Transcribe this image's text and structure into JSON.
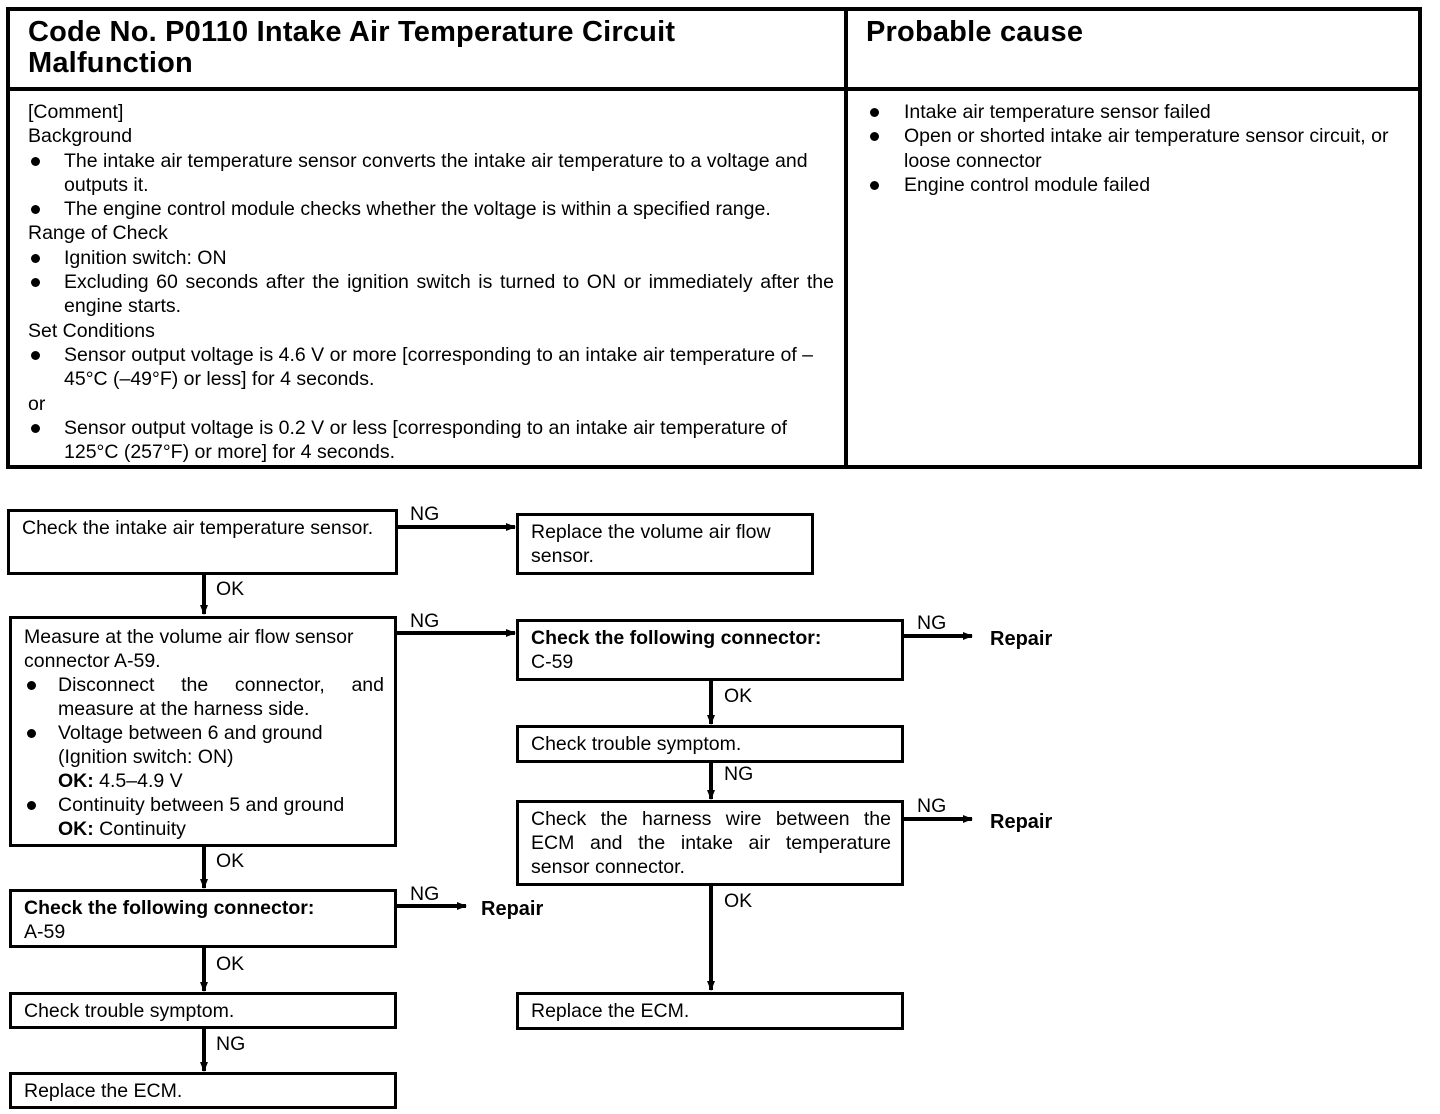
{
  "table": {
    "code_title": "Code No. P0110 Intake Air Temperature Circuit Malfunction",
    "cause_title": "Probable cause",
    "comment": {
      "heading": "[Comment]",
      "background_label": "Background",
      "background_items": [
        "The intake air temperature sensor converts the intake air temperature to a voltage and outputs it.",
        "The engine control module checks whether the voltage is within a specified range."
      ],
      "range_label": "Range of Check",
      "range_items": [
        "Ignition switch: ON",
        "Excluding 60 seconds after the ignition switch is turned to ON or immediately after the engine starts."
      ],
      "set_label": "Set Conditions",
      "set_item_1": "Sensor output voltage is 4.6 V or more [corresponding to an intake air temperature of –45°C (–49°F) or less] for 4 seconds.",
      "or_label": "or",
      "set_item_2": "Sensor output voltage is 0.2 V or less [corresponding to an intake air temperature of 125°C (257°F) or more] for 4 seconds."
    },
    "causes": [
      "Intake air temperature sensor failed",
      "Open or shorted intake air temperature sensor circuit, or loose connector",
      "Engine control module failed"
    ]
  },
  "flow": {
    "check_sensor": "Check the intake air temperature sensor.",
    "replace_vaf": "Replace the volume air flow sensor.",
    "measure": {
      "title": "Measure at the volume air flow sensor connector A-59.",
      "item_1": "Disconnect the connector, and measure at the harness side.",
      "item_2": "Voltage between 6 and ground (Ignition switch: ON)",
      "item_2_ok_label": "OK:",
      "item_2_ok_value": "4.5–4.9 V",
      "item_3": "Continuity between 5 and ground",
      "item_3_ok_label": "OK:",
      "item_3_ok_value": "Continuity"
    },
    "check_connector_a": {
      "title": "Check the following connector:",
      "value": "A-59"
    },
    "check_trouble_left": "Check trouble symptom.",
    "replace_ecm_left": "Replace the ECM.",
    "check_connector_c": {
      "title": "Check the following connector:",
      "value": "C-59"
    },
    "check_trouble_right": "Check trouble symptom.",
    "check_harness": "Check the harness wire between the ECM and the intake air temperature sensor connector.",
    "replace_ecm_right": "Replace the ECM.",
    "labels": {
      "ng_1": "NG",
      "ok_1": "OK",
      "ng_2": "NG",
      "ok_2": "OK",
      "ng_3": "NG",
      "ok_3": "OK",
      "ng_4": "NG",
      "ng_5": "NG",
      "ok_4": "OK",
      "ng_6": "NG",
      "ng_7": "NG",
      "ok_5": "OK"
    },
    "repair_1": "Repair",
    "repair_2": "Repair",
    "repair_3": "Repair"
  }
}
